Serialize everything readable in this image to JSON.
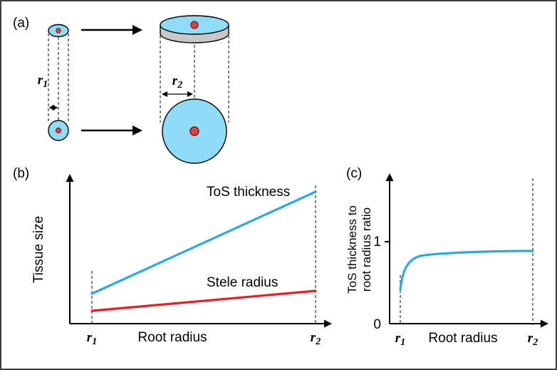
{
  "colors": {
    "tos_blue": "#29ABE2",
    "stele_red": "#EC1C24",
    "disk_fill": "#8EDCF8",
    "disk_rim_gray": "#C8C8C8",
    "stele_dot_fill": "#E8413C",
    "stele_dot_stroke": "#7C1315",
    "axis_black": "#000000"
  },
  "panel_a": {
    "label": "(a)",
    "r1": {
      "base": "r",
      "sub": "1"
    },
    "r2": {
      "base": "r",
      "sub": "2"
    }
  },
  "panel_b": {
    "label": "(b)",
    "ylabel": "Tissue size",
    "xlabel": "Root radius",
    "x_tick_left": {
      "base": "r",
      "sub": "1"
    },
    "x_tick_right": {
      "base": "r",
      "sub": "2"
    },
    "line_blue_label": "ToS thickness",
    "line_red_label": "Stele radius"
  },
  "panel_c": {
    "label": "(c)",
    "ylabel_line1": "ToS thickness to",
    "ylabel_line2": "root radius ratio",
    "xlabel": "Root radius",
    "y_tick_top": "1",
    "y_tick_bottom": "0",
    "x_tick_left": {
      "base": "r",
      "sub": "1"
    },
    "x_tick_right": {
      "base": "r",
      "sub": "2"
    }
  },
  "chart_data": [
    {
      "panel": "b",
      "type": "line",
      "title": "",
      "xlabel": "Root radius",
      "ylabel": "Tissue size",
      "x_ticks": [
        "r1",
        "r2"
      ],
      "axis_note": "qualitative sketch, no numeric scale; dashed vertical guides at r1 and r2",
      "series": [
        {
          "name": "ToS thickness",
          "color": "#29ABE2",
          "x": [
            "r1",
            "r2"
          ],
          "y_relative": [
            0.17,
            0.85
          ],
          "shape": "straight line, steep positive slope"
        },
        {
          "name": "Stele radius",
          "color": "#EC1C24",
          "x": [
            "r1",
            "r2"
          ],
          "y_relative": [
            0.06,
            0.2
          ],
          "shape": "straight line, shallow positive slope"
        }
      ],
      "legend_position": "labels next to lines, right side"
    },
    {
      "panel": "c",
      "type": "line",
      "title": "",
      "xlabel": "Root radius",
      "ylabel": "ToS thickness to root radius ratio",
      "x_ticks": [
        "r1",
        "r2"
      ],
      "y_ticks": [
        0,
        1
      ],
      "ylim": [
        0,
        1.8
      ],
      "series": [
        {
          "name": "ToS thickness to root radius ratio",
          "color": "#29ABE2",
          "shape": "saturating curve",
          "points_approx": [
            {
              "x": "r1",
              "y": 0.45
            },
            {
              "x": "early-mid",
              "y": 0.82
            },
            {
              "x": "r2",
              "y": 0.87
            }
          ],
          "description": "rises steeply just above r1 then plateaus below 1"
        }
      ],
      "axis_note": "dashed vertical guides at r1 and r2"
    }
  ]
}
